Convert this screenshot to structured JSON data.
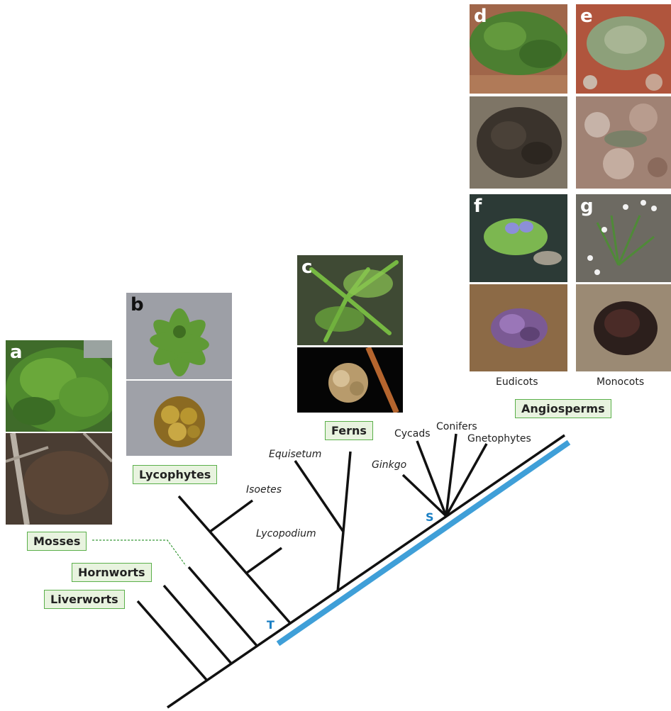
{
  "panels": {
    "a": "a",
    "b": "b",
    "c": "c",
    "d": "d",
    "e": "e",
    "f": "f",
    "g": "g"
  },
  "groups": {
    "mosses": "Mosses",
    "hornworts": "Hornworts",
    "liverworts": "Liverworts",
    "lycophytes": "Lycophytes",
    "ferns": "Ferns",
    "angiosperms": "Angiosperms"
  },
  "taxa": {
    "isoetes": "Isoetes",
    "lycopodium": "Lycopodium",
    "equisetum": "Equisetum",
    "ginkgo": "Ginkgo",
    "cycads": "Cycads",
    "conifers": "Conifers",
    "gnetophytes": "Gnetophytes"
  },
  "subgroups": {
    "eudicots": "Eudicots",
    "monocots": "Monocots"
  },
  "markers": {
    "t": "T",
    "s": "S"
  },
  "colors": {
    "tree_line": "#111111",
    "highlight_bar": "#3f9fd8",
    "marker_text": "#1a7fc4",
    "label_fill": "#e8f3df",
    "label_border": "#5bb04a",
    "dotted_connector": "#3a9a3a"
  }
}
